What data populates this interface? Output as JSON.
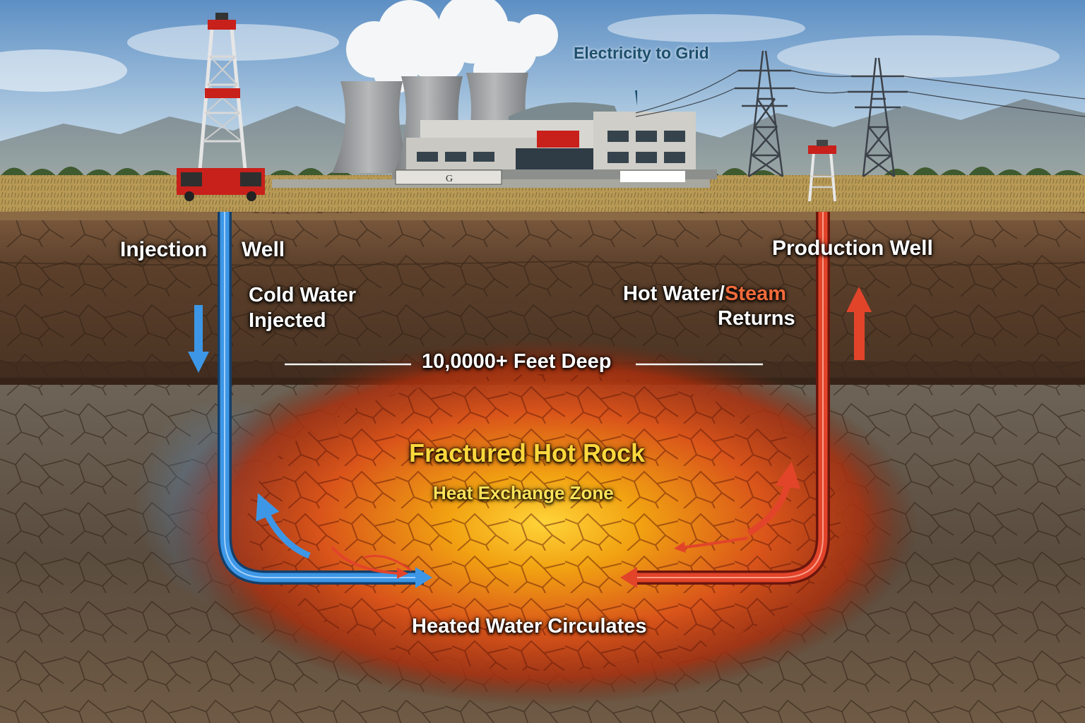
{
  "labels": {
    "electricity": "Electricity to Grid",
    "plant_sign_left": "G",
    "injection_well_word1": "Injection",
    "injection_well_word2": "Well",
    "production_well": "Production Well",
    "cold_water_line1": "Cold Water",
    "cold_water_line2": "Injected",
    "hot_water_part1": "Hot Water/",
    "hot_water_part2": "Steam",
    "returns": "Returns",
    "depth": "10,0000+ Feet Deep",
    "fractured_rock": "Fractured Hot Rock",
    "heat_zone": "Heat Exchange Zone",
    "circulation": "Heated Water Circulates"
  },
  "colors": {
    "sky_top": "#5d8fc4",
    "sky_horizon": "#dce8f0",
    "grass": "#b89a55",
    "soil_dark": "#5b3f2a",
    "rock_grey": "#6d6457",
    "hot_core": "#f2a312",
    "hot_edge": "#c8320f",
    "cold_pipe": "#3d97e6",
    "hot_pipe": "#e2442a",
    "rig_red": "#c8201b",
    "title_gold": "#ffd83d",
    "sky_label": "#1d4f6c"
  },
  "icons": [
    "drilling-rig-icon",
    "wellhead-icon",
    "cooling-tower-icon",
    "power-plant-icon",
    "transmission-tower-icon",
    "arrow-down-icon",
    "arrow-up-icon"
  ]
}
